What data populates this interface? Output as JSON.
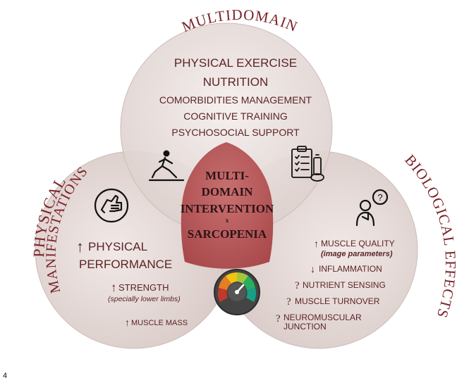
{
  "arc_titles": {
    "top": "MULTIDOMAIN",
    "left_line1": "PHYSICAL",
    "left_line2": "MANIFESTATIONS",
    "right": "BIOLOGICAL EFFECTS"
  },
  "top_circle": {
    "items": [
      "PHYSICAL EXERCISE",
      "NUTRITION",
      "COMORBIDITIES MANAGEMENT",
      "COGNITIVE TRAINING",
      "PSYCHOSOCIAL SUPPORT"
    ]
  },
  "center": {
    "line1": "MULTI-",
    "line2": "DOMAIN",
    "line3": "INTERVENTION",
    "line4": "x",
    "line5": "SARCOPENIA"
  },
  "left_circle": {
    "physical_performance_line1": "PHYSICAL",
    "physical_performance_line2": "PERFORMANCE",
    "strength": "STRENGTH",
    "strength_note": "(specially lower limbs)",
    "muscle_mass": "MUSCLE MASS",
    "arrow_up": "↑"
  },
  "right_circle": {
    "muscle_quality": "MUSCLE QUALITY",
    "muscle_quality_note": "(image parameters)",
    "inflammation": "INFLAMMATION",
    "nutrient_sensing": "NUTRIENT SENSING",
    "muscle_turnover": "MUSCLE TURNOVER",
    "neuromuscular_line1": "NEUROMUSCULAR",
    "neuromuscular_line2": "JUNCTION",
    "arrow_up": "↑",
    "arrow_down": "↓",
    "question": "?"
  },
  "figure_number": "4",
  "icons": {
    "top_left": "exercise-lunge-icon",
    "top_right": "nutrition-checklist-icon",
    "left": "thumbs-up-arm-icon",
    "right": "thinking-person-icon",
    "bottom": "gauge-meter-icon"
  },
  "colors": {
    "title": "#7a2229",
    "text": "#5b2426",
    "center_fill": "#b55a5c",
    "circle_fill": "#e9dfdd"
  }
}
